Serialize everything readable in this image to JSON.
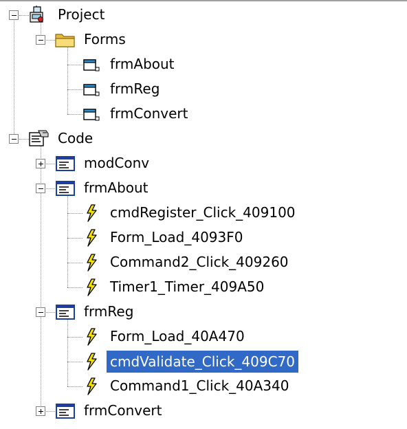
{
  "tree": {
    "project": {
      "label": "Project",
      "icon": "project-icon",
      "forms": {
        "label": "Forms",
        "icon": "folder-icon",
        "items": [
          "frmAbout",
          "frmReg",
          "frmConvert"
        ]
      }
    },
    "code": {
      "label": "Code",
      "icon": "code-icon",
      "modules": [
        {
          "label": "modConv",
          "expanded": false,
          "handlers": []
        },
        {
          "label": "frmAbout",
          "expanded": true,
          "handlers": [
            "cmdRegister_Click_409100",
            "Form_Load_4093F0",
            "Command2_Click_409260",
            "Timer1_Timer_409A50"
          ]
        },
        {
          "label": "frmReg",
          "expanded": true,
          "handlers": [
            "Form_Load_40A470",
            "cmdValidate_Click_409C70",
            "Command1_Click_40A340"
          ]
        },
        {
          "label": "frmConvert",
          "expanded": false,
          "handlers": []
        }
      ]
    },
    "selected": "cmdValidate_Click_409C70"
  },
  "colors": {
    "selection": "#3169c6",
    "event_bolt": "#f5e000",
    "module_icon": "#1f3f9f",
    "folder": "#f2d060"
  }
}
